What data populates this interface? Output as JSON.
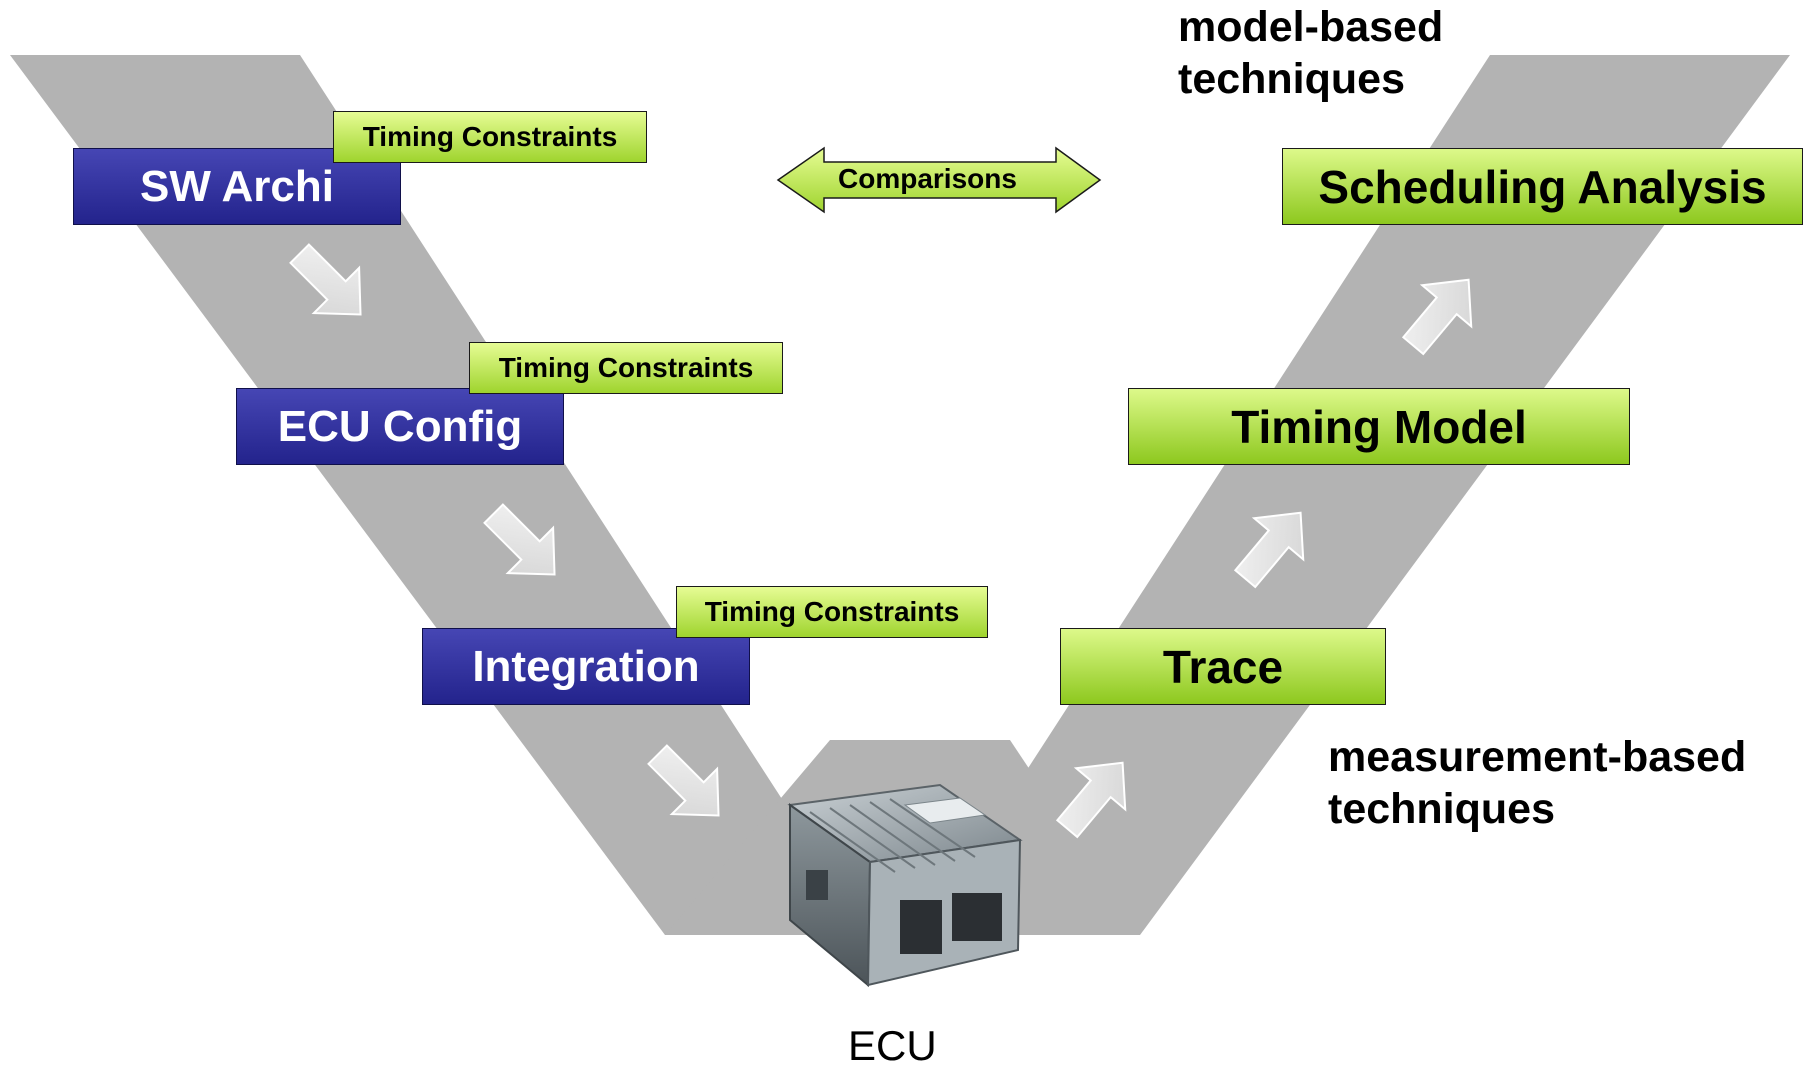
{
  "left_phase": {
    "sw_archi": "SW Archi",
    "ecu_config": "ECU Config",
    "integration": "Integration"
  },
  "right_phase": {
    "scheduling_analysis": "Scheduling Analysis",
    "timing_model": "Timing Model",
    "trace": "Trace"
  },
  "constraints": {
    "tc1": "Timing Constraints",
    "tc2": "Timing Constraints",
    "tc3": "Timing Constraints"
  },
  "comparisons": "Comparisons",
  "model_based": {
    "line1": "model-based",
    "line2": "techniques"
  },
  "measurement_based": {
    "line1": "measurement-based",
    "line2": "techniques"
  },
  "ecu_label": "ECU",
  "colors": {
    "v_band": "#b3b3b3",
    "blue_box": "#2f2f9a",
    "green_box": "#9fd42e",
    "flow_arrow": "#e4e4e4"
  },
  "icons": {
    "flow_arrow": "down-right-arrow",
    "ecu": "ecu-device-icon"
  }
}
